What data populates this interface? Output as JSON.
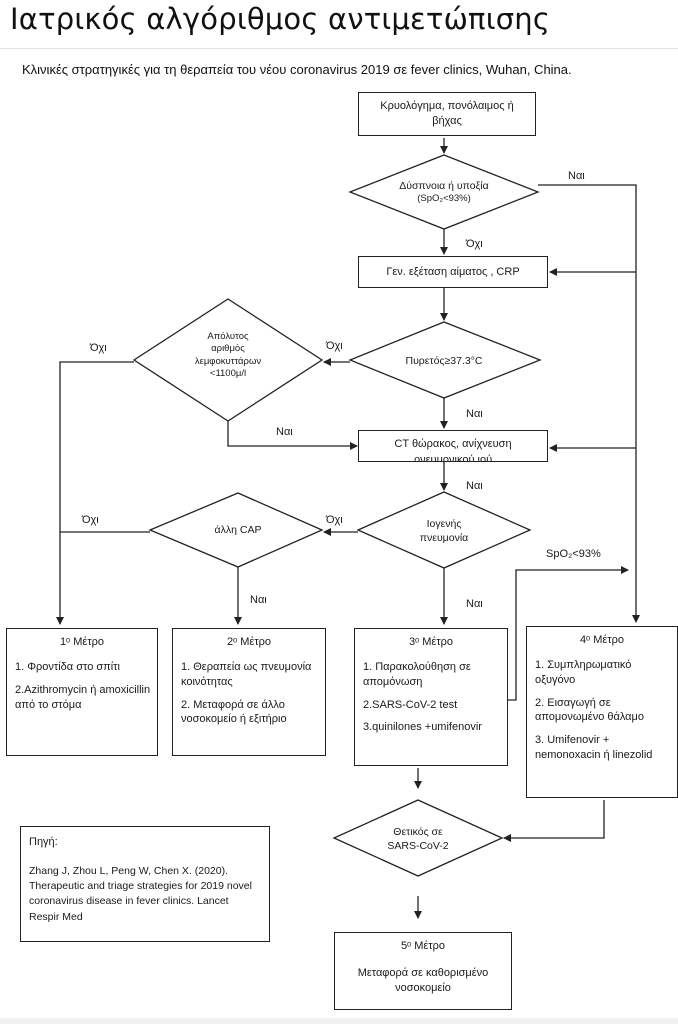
{
  "page": {
    "title": "Ιατρικός αλγόριθμος αντιμετώπισης",
    "subtitle": "Κλινικές στρατηγικές για τη θεραπεία του νέου coronavirus 2019 σε fever clinics, Wuhan, China."
  },
  "nodes": {
    "start": "Κρυολόγημα, πονόλαιμος ή βήχας",
    "dyspnea_l1": "Δύσπνοια ή υποξία",
    "dyspnea_l2": "(SpO₂<93%)",
    "blood": "Γεν. εξέταση αίματος , CRP",
    "fever": "Πυρετός≥37.3°C",
    "lymph_l1": "Απόλυτος",
    "lymph_l2": "αριθμός",
    "lymph_l3": "λεμφοκυττάρων",
    "lymph_l4": "<1100μ/l",
    "ct_l1": "CT θώρακος, ανίχνευση",
    "ct_l2": "ρνευμονικού ιού",
    "viral_l1": "Ιογενής",
    "viral_l2": "πνευμονία",
    "cap": "άλλη CAP",
    "positive_l1": "Θετικός σε",
    "positive_l2": "SARS-CoV-2"
  },
  "labels": {
    "yes": "Ναι",
    "no": "Όχι",
    "spo2": "SpO₂<93%"
  },
  "steps": [
    {
      "title": "1ᵒ Μέτρο",
      "items": [
        "1. Φροντίδα στο σπίτι",
        "2.Azithromycin ή amoxicillin από το στόμα"
      ]
    },
    {
      "title": "2ᵒ Μέτρο",
      "items": [
        "1. Θεραπεία ως πνευμονία κοινότητας",
        "2. Μεταφορά σε άλλο νοσοκομείο ή εξιτήριο"
      ]
    },
    {
      "title": "3ᵒ Μέτρο",
      "items": [
        "1.  Παρακολούθηση σε απομόνωση",
        "2.SARS-CoV-2 test",
        "3.quinilones +umifenovir"
      ]
    },
    {
      "title": "4ᵒ Μέτρο",
      "items": [
        "1. Συμπληρωματικό οξυγόνο",
        "2. Εισαγωγή σε απομονωμένο θάλαμο",
        "3. Umifenovir + nemonoxacin ή linezolid"
      ]
    },
    {
      "title": "5ᵒ Μέτρο",
      "items": [
        "Μεταφορά σε καθορισμένο νοσοκομείο"
      ]
    }
  ],
  "source": {
    "heading": "Πηγή:",
    "text": "Zhang J, Zhou L, Peng W, Chen X. (2020). Therapeutic and triage strategies for 2019 novel coronavirus disease in fever clinics. Lancet Respir Med"
  }
}
